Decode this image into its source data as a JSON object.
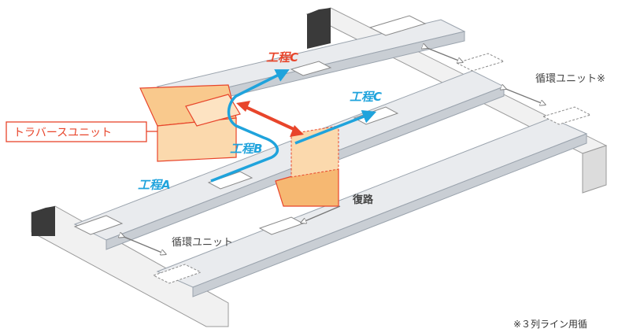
{
  "labels": {
    "traverse_unit": "トラバースユニット",
    "process_a": "工程A",
    "process_b": "工程B",
    "process_c_upper": "工程C",
    "process_c_right": "工程C",
    "circulation_unit_right": "循環ユニット※",
    "circulation_unit_left": "循環ユニット",
    "return_path": "復路",
    "footnote": "※３列ライン用循"
  },
  "colors": {
    "accent_blue": "#1fa3dc",
    "accent_red": "#e8452b",
    "traverse_orange": "#f9c98d",
    "rail_gray": "#dcdfe3"
  }
}
